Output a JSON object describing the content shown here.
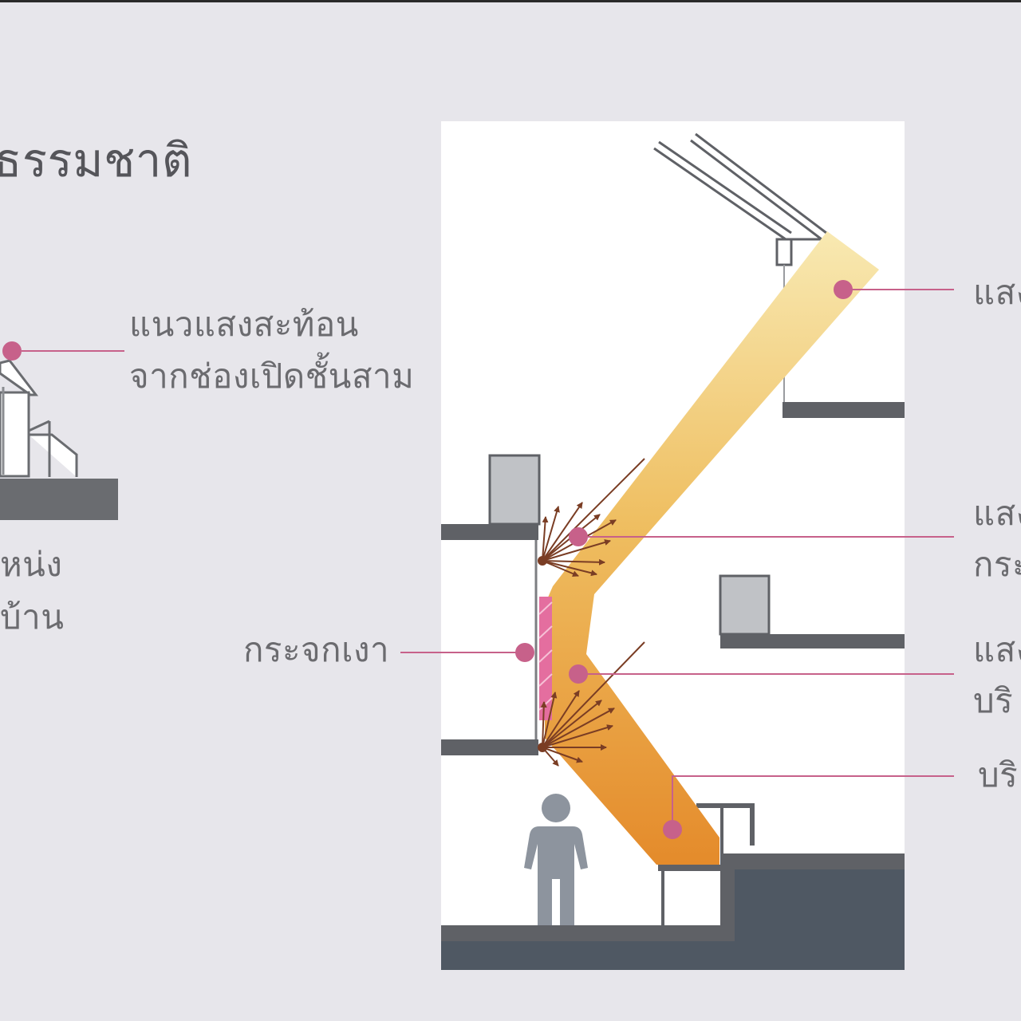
{
  "page": {
    "title": "ธรรมชาติ"
  },
  "left_diagram": {
    "reflect_line_1": "แนวแสงสะท้อน",
    "reflect_line_2": "จากช่องเปิดชั้นสาม",
    "bottom_line_1": "หน่ง",
    "bottom_line_2": "บ้าน"
  },
  "section": {
    "mirror_label": "กระจกเงา",
    "right_labels": [
      {
        "line1": "แสง",
        "line2": ""
      },
      {
        "line1": "แสง",
        "line2": "กระ"
      },
      {
        "line1": "แสง",
        "line2": "บริ"
      },
      {
        "line1": "บริ",
        "line2": ""
      }
    ]
  },
  "colors": {
    "background": "#e7e6eb",
    "panel": "#ffffff",
    "slab": "#5f6166",
    "ground": "#4f5863",
    "light_top": "#f5e4a8",
    "light_bottom": "#e4912f",
    "marker": "#c7618a",
    "leader": "#c7618a",
    "mirror": "#e46e9f",
    "ray": "#7a3d24",
    "person": "#8d949e",
    "text": "#6b6b6f"
  }
}
